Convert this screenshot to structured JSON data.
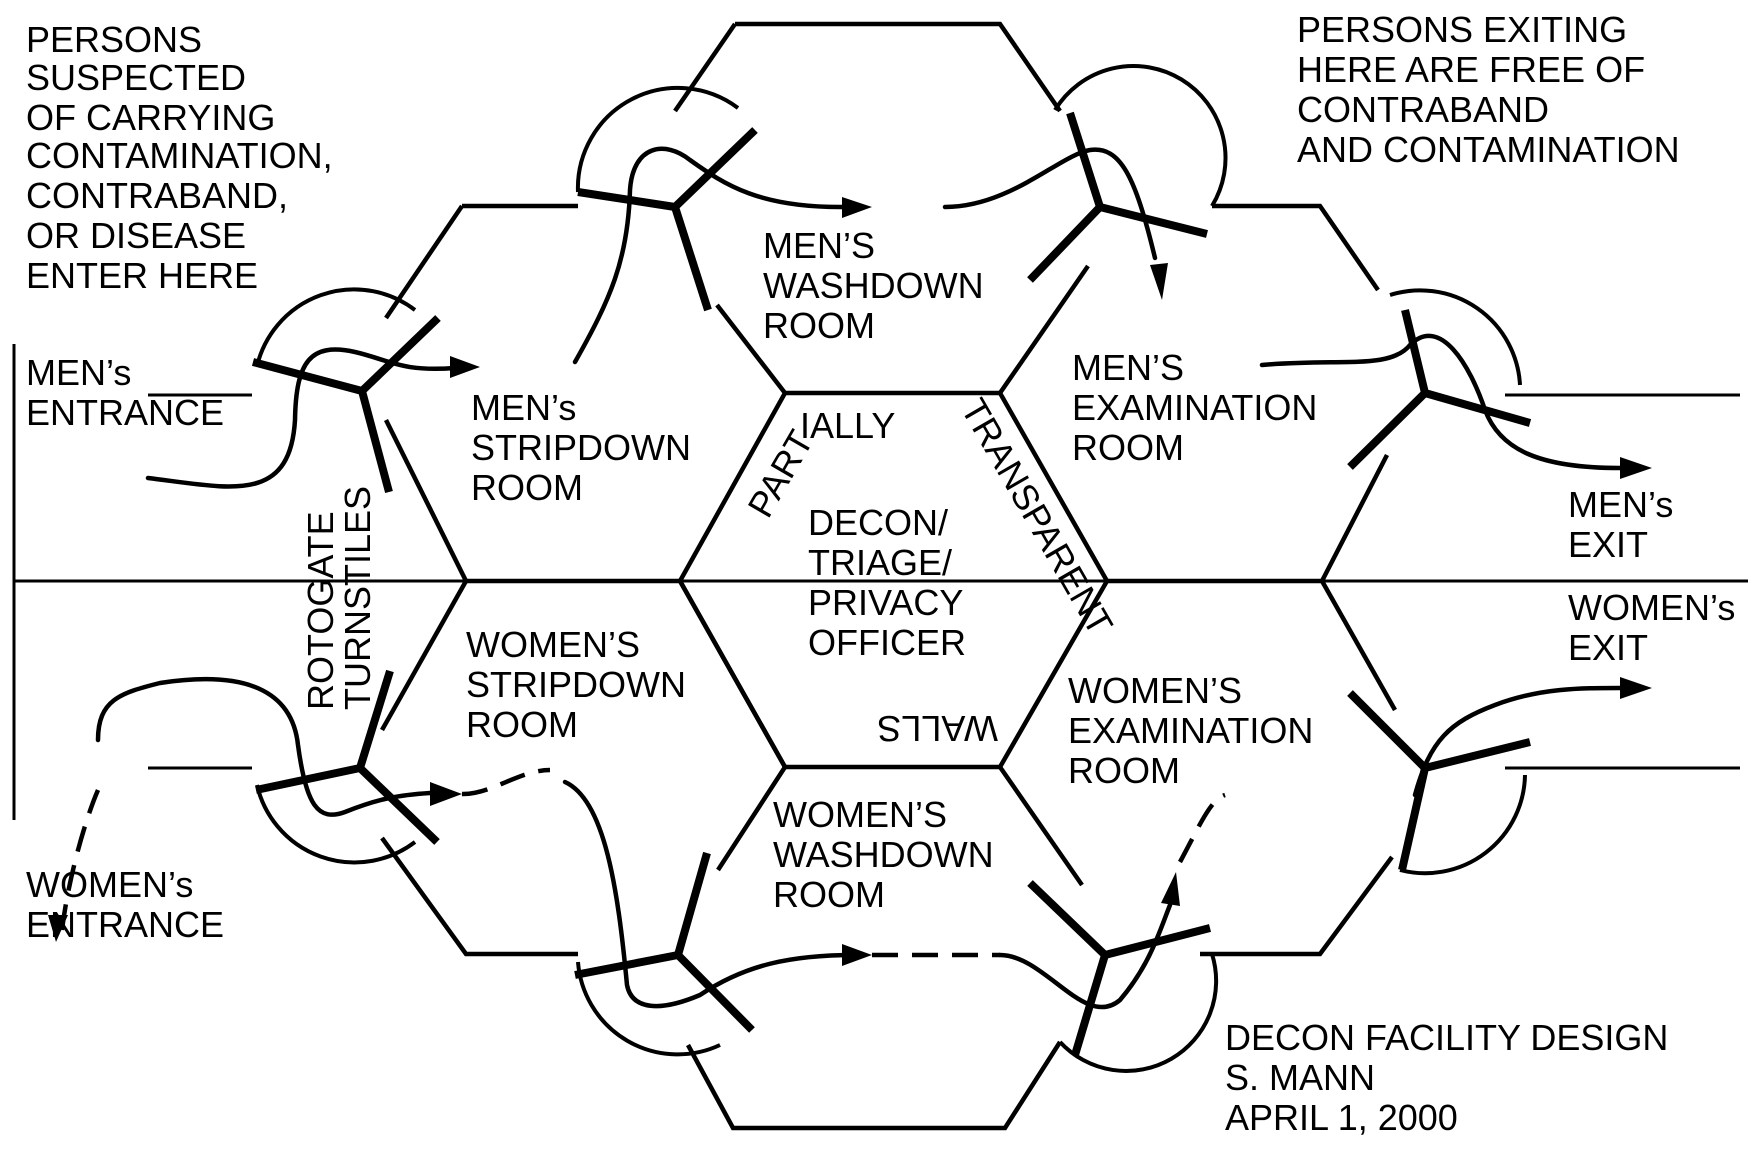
{
  "labels": {
    "entrance_note": [
      "PERSONS",
      "SUSPECTED",
      "OF CARRYING",
      "CONTAMINATION,",
      "CONTRABAND,",
      "OR DISEASE",
      "ENTER HERE"
    ],
    "exit_note": [
      "PERSONS EXITING",
      "HERE ARE FREE OF",
      "CONTRABAND",
      "AND CONTAMINATION"
    ],
    "mens_entrance": [
      "MEN’s",
      "ENTRANCE"
    ],
    "womens_entrance": [
      "WOMEN’s",
      "ENTRANCE"
    ],
    "mens_exit": [
      "MEN’s",
      "EXIT"
    ],
    "womens_exit": [
      "WOMEN’s",
      "EXIT"
    ],
    "turnstiles": [
      "ROTOGATE",
      "TURNSTILES"
    ],
    "mens_stripdown": [
      "MEN’s",
      "STRIPDOWN",
      "ROOM"
    ],
    "womens_stripdown": [
      "WOMEN’S",
      "STRIPDOWN",
      "ROOM"
    ],
    "mens_washdown": [
      "MEN’S",
      "WASHDOWN",
      "ROOM"
    ],
    "womens_washdown": [
      "WOMEN’S",
      "WASHDOWN",
      "ROOM"
    ],
    "mens_exam": [
      "MEN’S",
      "EXAMINATION",
      "ROOM"
    ],
    "womens_exam": [
      "WOMEN’S",
      "EXAMINATION",
      "ROOM"
    ],
    "center": [
      "DECON/",
      "TRIAGE/",
      "PRIVACY",
      "OFFICER"
    ],
    "wall_part": "PART",
    "wall_ially": "IALLY",
    "wall_transparent": "TRANSPARENT",
    "wall_walls": "WALLS",
    "credit": [
      "DECON FACILITY DESIGN",
      "S. MANN",
      "APRIL 1, 2000"
    ]
  }
}
